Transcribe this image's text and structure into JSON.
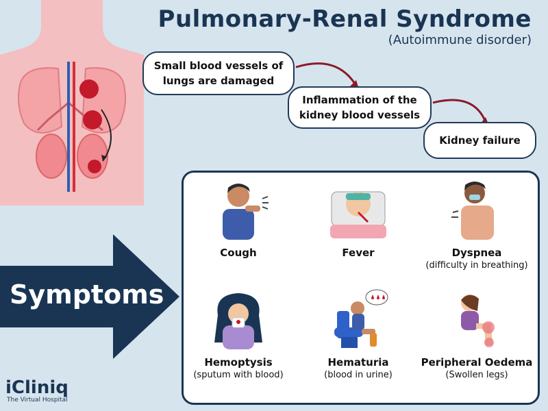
{
  "title": "Pulmonary-Renal Syndrome",
  "subtitle": "(Autoimmune disorder)",
  "flow": [
    "Small blood vessels of lungs are damaged",
    "Inflammation of the kidney blood vessels",
    "Kidney failure"
  ],
  "symptoms_label": "Symptoms",
  "symptoms": [
    {
      "name": "Cough",
      "desc": ""
    },
    {
      "name": "Fever",
      "desc": ""
    },
    {
      "name": "Dyspnea",
      "desc": "(difficulty in breathing)"
    },
    {
      "name": "Hemoptysis",
      "desc": "(sputum with blood)"
    },
    {
      "name": "Hematuria",
      "desc": "(blood in urine)"
    },
    {
      "name": "Peripheral Oedema",
      "desc": "(Swollen legs)"
    }
  ],
  "logo": {
    "brand": "iCliniq",
    "tagline": "The Virtual Hospital"
  },
  "colors": {
    "navy": "#1a3553",
    "background": "#d6e4ee",
    "arrow": "#8b1a2b",
    "accent": "#29b6c9"
  }
}
